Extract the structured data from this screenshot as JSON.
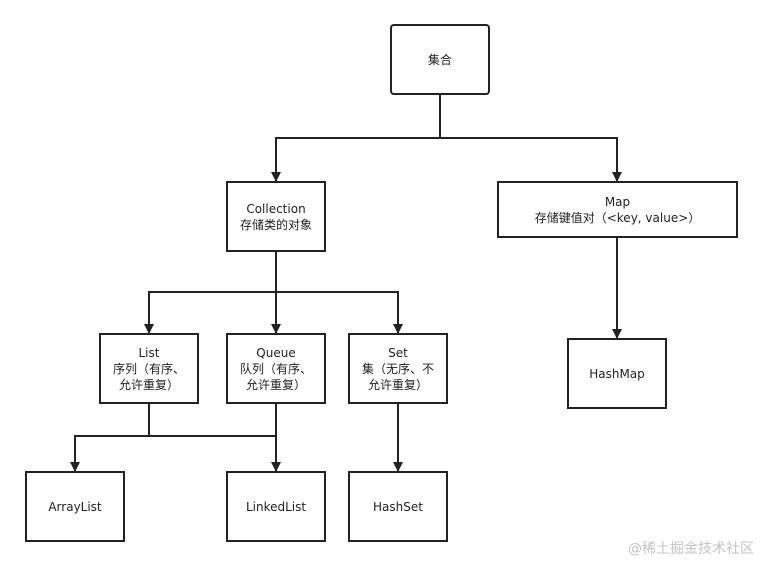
{
  "nodes": {
    "root": {
      "lines": [
        "集合"
      ]
    },
    "collection": {
      "lines": [
        "Collection",
        "存储类的对象"
      ]
    },
    "map": {
      "lines": [
        "Map",
        "存储键值对（<key, value>）"
      ]
    },
    "list": {
      "lines": [
        "List",
        "序列（有序、",
        "允许重复）"
      ]
    },
    "queue": {
      "lines": [
        "Queue",
        "队列（有序、",
        "允许重复）"
      ]
    },
    "set": {
      "lines": [
        "Set",
        "集（无序、不",
        "允许重复）"
      ]
    },
    "hashmap": {
      "lines": [
        "HashMap"
      ]
    },
    "arraylist": {
      "lines": [
        "ArrayList"
      ]
    },
    "linkedlist": {
      "lines": [
        "LinkedList"
      ]
    },
    "hashset": {
      "lines": [
        "HashSet"
      ]
    }
  },
  "edges": [
    [
      "root",
      "collection"
    ],
    [
      "root",
      "map"
    ],
    [
      "collection",
      "list"
    ],
    [
      "collection",
      "queue"
    ],
    [
      "collection",
      "set"
    ],
    [
      "map",
      "hashmap"
    ],
    [
      "list",
      "arraylist"
    ],
    [
      "queue",
      "linkedlist"
    ],
    [
      "set",
      "hashset"
    ]
  ],
  "watermark": "@稀土掘金技术社区"
}
